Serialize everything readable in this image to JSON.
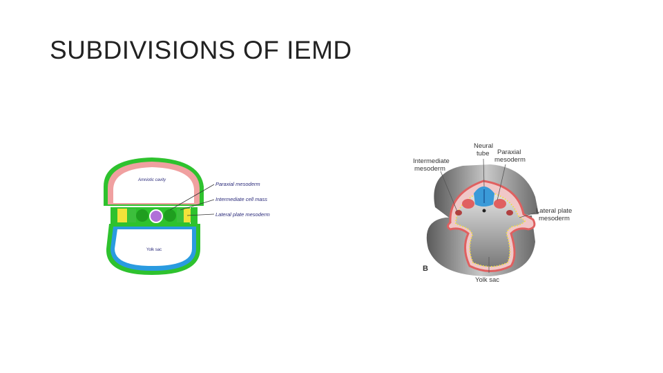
{
  "slide": {
    "title": "SUBDIVISIONS OF IEMD"
  },
  "figure_a": {
    "amniotic_cavity_label": "Amniotic cavity",
    "yolk_sac_label": "Yolk sac",
    "paraxial_label": "Paraxial mesoderm",
    "intermediate_label": "Intermediate cell mass",
    "lateral_label": "Lateral plate mesoderm",
    "colors": {
      "ectoderm": "#2ec22e",
      "amnion_lining": "#f0a0a0",
      "yolk_lining": "#2a9be0",
      "mesoderm_yellow": "#f2e23a",
      "mesoderm_green": "#3cbf3c",
      "notochord": "#b070d8",
      "label_text": "#2a2a7a"
    }
  },
  "figure_b": {
    "panel_letter": "B",
    "neural_tube_label_line1": "Neural",
    "neural_tube_label_line2": "tube",
    "paraxial_label_line1": "Paraxial",
    "paraxial_label_line2": "mesoderm",
    "intermediate_label_line1": "Intermediate",
    "intermediate_label_line2": "mesoderm",
    "lateral_label_line1": "Lateral plate",
    "lateral_label_line2": "mesoderm",
    "yolk_sac_label": "Yolk sac",
    "colors": {
      "neural_tube": "#3a9ad8",
      "mesoderm": "#e06060",
      "endoderm_dots": "#f0e040",
      "body_grey": "#8a8a8a"
    }
  }
}
